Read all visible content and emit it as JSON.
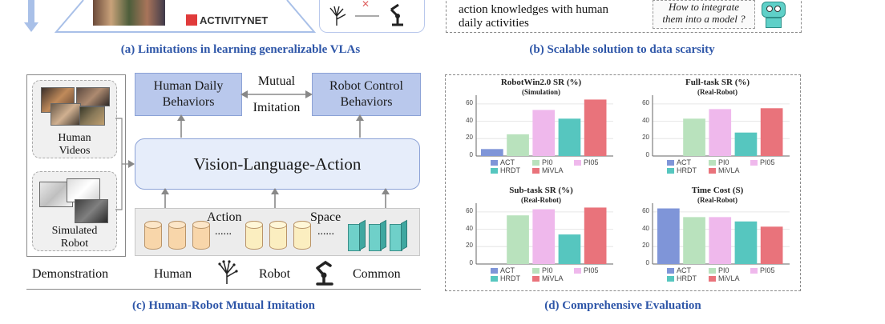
{
  "panel_a": {
    "logo_text": "ACTIVITYNET",
    "caption": "(a) Limitations in learning generalizable VLAs"
  },
  "panel_b": {
    "text_line1": "action knowledges with human",
    "text_line2": "daily activities",
    "bubble_line1": "How to integrate",
    "bubble_line2": "them into a model ?",
    "caption": "(b) Scalable solution to data scarsity"
  },
  "panel_c": {
    "human_videos_line1": "Human",
    "human_videos_line2": "Videos",
    "sim_robot_line1": "Simulated",
    "sim_robot_line2": "Robot",
    "human_daily_line1": "Human Daily",
    "human_daily_line2": "Behaviors",
    "robot_control_line1": "Robot Control",
    "robot_control_line2": "Behaviors",
    "mutual": "Mutual",
    "imitation": "Imitation",
    "vla": "Vision-Language-Action",
    "action": "Action",
    "space": "Space",
    "dots": "......",
    "demonstration": "Demonstration",
    "human": "Human",
    "robot": "Robot",
    "common": "Common",
    "caption": "(c) Human-Robot Mutual Imitation"
  },
  "panel_d": {
    "caption": "(d) Comprehensive Evaluation",
    "colors": {
      "ACT": "#7f95d8",
      "PI0": "#b9e2bd",
      "PI05": "#efb8ec",
      "HRDT": "#56c6bf",
      "MiVLA": "#e9737b"
    }
  },
  "chart_data": [
    {
      "type": "bar",
      "title": "RobotWin2.0 SR (%)",
      "subtitle": "(Simulation)",
      "categories": [
        "ACT",
        "PI0",
        "PI05",
        "HRDT",
        "MiVLA"
      ],
      "values": [
        8,
        25,
        53,
        43,
        65
      ],
      "ylim": [
        0,
        70
      ],
      "yticks": [
        0,
        20,
        40,
        60
      ],
      "legend": [
        "ACT",
        "PI0",
        "PI05",
        "HRDT",
        "MiVLA"
      ]
    },
    {
      "type": "bar",
      "title": "Full-task SR  (%)",
      "subtitle": "(Real-Robot)",
      "categories": [
        "ACT",
        "PI0",
        "PI05",
        "HRDT",
        "MiVLA"
      ],
      "values": [
        0,
        43,
        54,
        27,
        55
      ],
      "ylim": [
        0,
        70
      ],
      "yticks": [
        0,
        20,
        40,
        60
      ],
      "legend": [
        "ACT",
        "PI0",
        "PI05",
        "HRDT",
        "MiVLA"
      ]
    },
    {
      "type": "bar",
      "title": "Sub-task SR (%)",
      "subtitle": "(Real-Robot)",
      "categories": [
        "ACT",
        "PI0",
        "PI05",
        "HRDT",
        "MiVLA"
      ],
      "values": [
        0,
        56,
        63,
        34,
        65
      ],
      "ylim": [
        0,
        70
      ],
      "yticks": [
        0,
        20,
        40,
        60
      ],
      "legend": [
        "ACT",
        "PI0",
        "PI05",
        "HRDT",
        "MiVLA"
      ]
    },
    {
      "type": "bar",
      "title": "Time Cost (S)",
      "subtitle": "(Real-Robot)",
      "categories": [
        "ACT",
        "PI0",
        "PI05",
        "HRDT",
        "MiVLA"
      ],
      "values": [
        64,
        54,
        54,
        49,
        43
      ],
      "ylim": [
        0,
        70
      ],
      "yticks": [
        0,
        20,
        40,
        60
      ],
      "legend": [
        "ACT",
        "PI0",
        "PI05",
        "HRDT",
        "MiVLA"
      ]
    }
  ]
}
